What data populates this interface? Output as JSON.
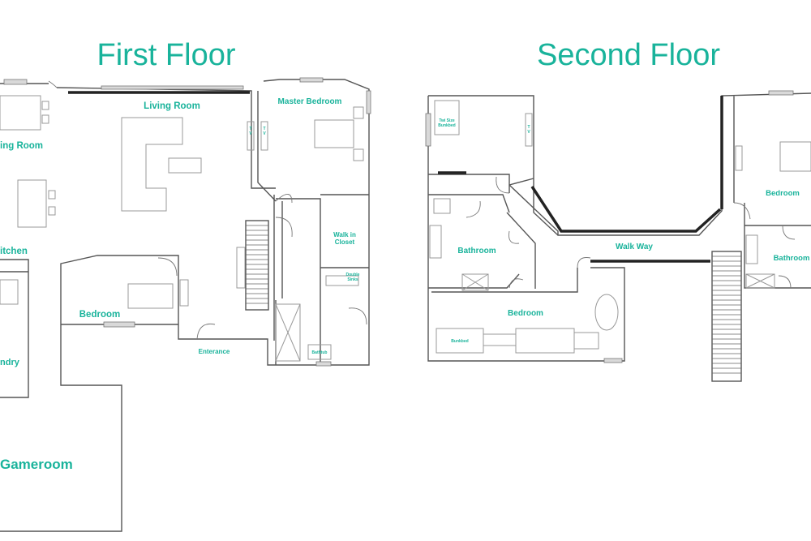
{
  "first_floor": {
    "title": "First Floor",
    "labels": {
      "living_room": "Living Room",
      "dining_room": "ing Room",
      "kitchen": "itchen",
      "master_bedroom": "Master Bedroom",
      "tv_a": "T\nV",
      "tv_b": "T\nV",
      "walk_in_closet": "Walk in\nCloset",
      "double_sinks": "Double\nSinks",
      "bathtub": "Bathtub",
      "bedroom": "Bedroom",
      "entrance": "Enterance",
      "laundry": "ndry",
      "gameroom": "Gameroom"
    }
  },
  "second_floor": {
    "title": "Second Floor",
    "labels": {
      "twin_bunkbed": "Twi Size\nBunkbed",
      "tv": "T\nV",
      "bathroom_left": "Bathroom",
      "walkway": "Walk Way",
      "bedroom_lower": "Bedroom",
      "bunkbed": "Bunkbed",
      "bedroom_right": "Bedroom",
      "bathroom_right": "Bathroom"
    }
  },
  "colors": {
    "label": "#19b39b",
    "wall": "#555555"
  }
}
